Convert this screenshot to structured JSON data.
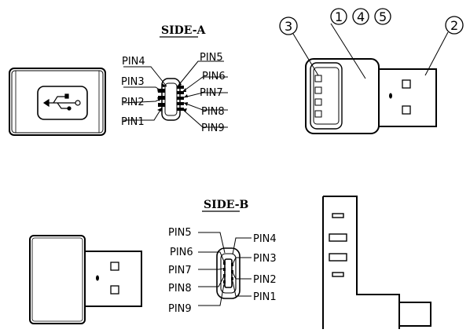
{
  "headings": {
    "side_a": "SIDE-A",
    "side_b": "SIDE-B"
  },
  "callouts": {
    "c3": "3",
    "c1": "1",
    "c4": "4",
    "c5": "5",
    "c2": "2"
  },
  "side_a_pins": {
    "p1": "PIN1",
    "p2": "PIN2",
    "p3": "PIN3",
    "p4": "PIN4",
    "p5": "PIN5",
    "p6": "PIN6",
    "p7": "PIN7",
    "p8": "PIN8",
    "p9": "PIN9"
  },
  "side_b_pins": {
    "p1": "PIN1",
    "p2": "PIN2",
    "p3": "PIN3",
    "p4": "PIN4",
    "p5": "PIN5",
    "p6": "PIN6",
    "p7": "PIN7",
    "p8": "PIN8",
    "p9": "PIN9"
  },
  "icons": {
    "usb": "usb-symbol-icon"
  }
}
